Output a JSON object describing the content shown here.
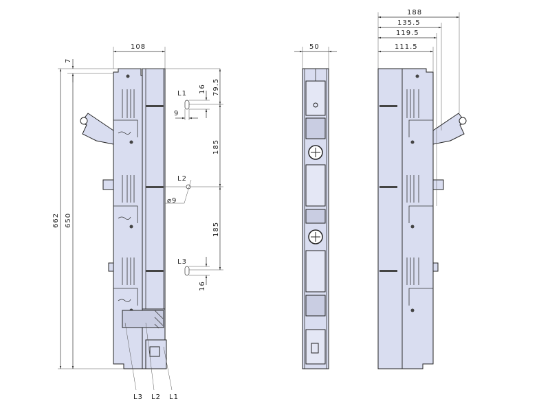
{
  "left_view": {
    "width_label": "108",
    "offset_label": "7",
    "total_height_label": "662",
    "height_label": "650",
    "top_offset_label": "79.5",
    "slot_height_top_label": "16",
    "slot_width_label": "9",
    "spacing_upper_label": "185",
    "spacing_lower_label": "185",
    "hole_diameter_label": "⌀9",
    "slot_height_bottom_label": "16",
    "terminal_labels": {
      "l1": "L1",
      "l2": "L2",
      "l3": "L3"
    },
    "bottom_labels": {
      "l3": "L3",
      "l2": "L2",
      "l1": "L1"
    }
  },
  "middle_view": {
    "width_label": "50"
  },
  "right_view": {
    "dim_188": "188",
    "dim_135_5": "135.5",
    "dim_119_5": "119.5",
    "dim_111_5": "111.5"
  },
  "colors": {
    "body_fill": "#d9ddf0",
    "line": "#222222"
  }
}
